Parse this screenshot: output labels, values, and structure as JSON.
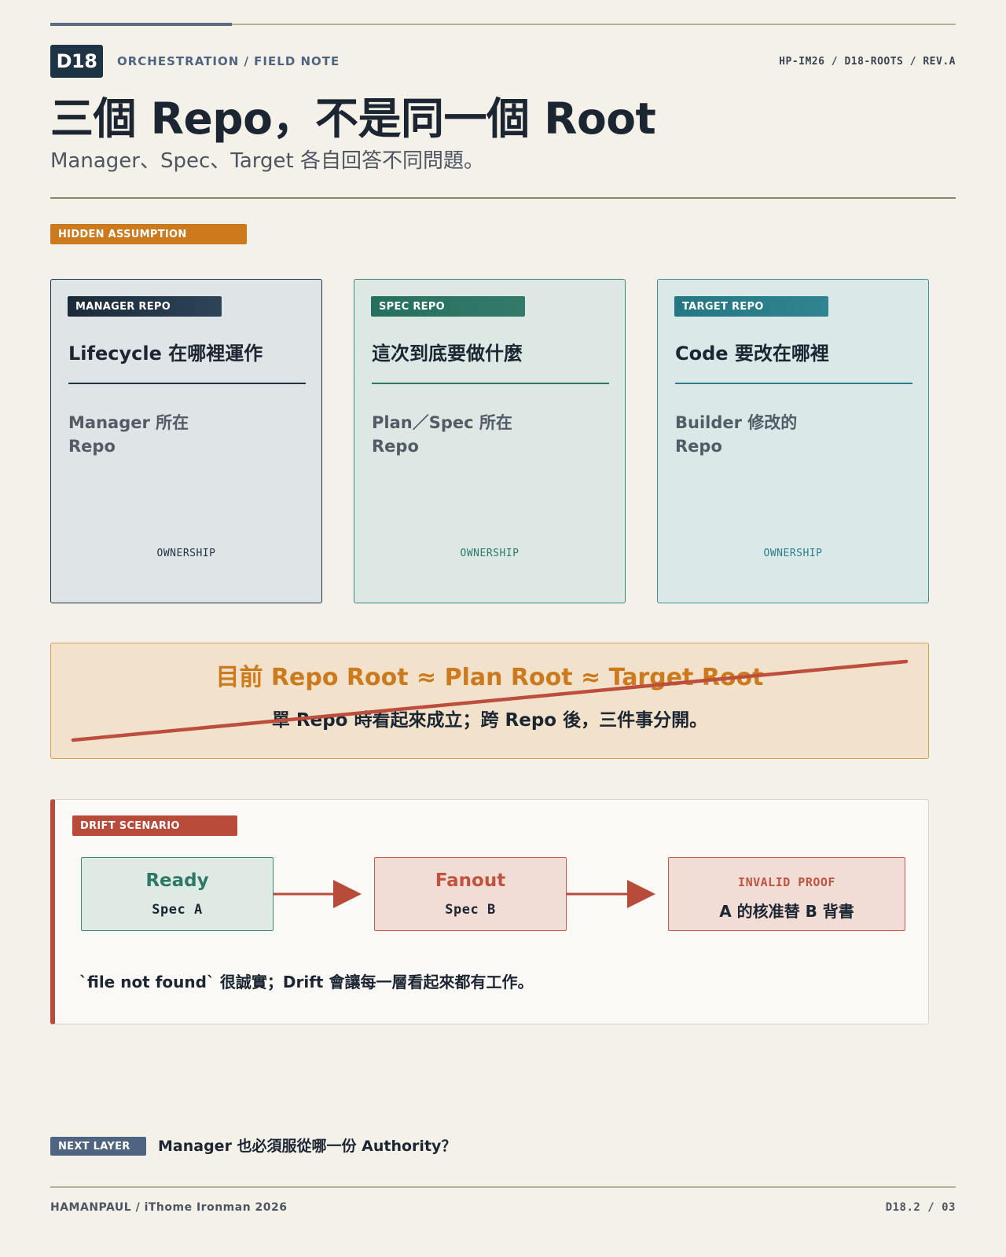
{
  "header": {
    "badge": "D18",
    "kicker": "ORCHESTRATION / FIELD NOTE",
    "doc_ref": "HP-IM26 / D18-ROOTS / REV.A",
    "title": "三個 Repo，不是同一個 Root",
    "subtitle": "Manager、Spec、Target 各自回答不同問題。"
  },
  "hidden_assumption": {
    "tag": "HIDDEN ASSUMPTION"
  },
  "cards": [
    {
      "tag": "MANAGER REPO",
      "heading": "Lifecycle 在哪裡運作",
      "body": "Manager 所在 Repo",
      "footer": "OWNERSHIP"
    },
    {
      "tag": "SPEC REPO",
      "heading": "這次到底要做什麼",
      "body": "Plan／Spec 所在 Repo",
      "footer": "OWNERSHIP"
    },
    {
      "tag": "TARGET REPO",
      "heading": "Code 要改在哪裡",
      "body": "Builder 修改的 Repo",
      "footer": "OWNERSHIP"
    }
  ],
  "assumption": {
    "heading": "目前 Repo Root ≈ Plan Root ≈ Target Root",
    "body": "單 Repo 時看起來成立；跨 Repo 後，三件事分開。"
  },
  "drift": {
    "tag": "DRIFT SCENARIO",
    "steps": [
      {
        "head": "Ready",
        "sub": "Spec A"
      },
      {
        "head": "Fanout",
        "sub": "Spec B"
      },
      {
        "code": "INVALID PROOF",
        "sub": "A 的核准替 B 背書"
      }
    ],
    "note": "`file not found` 很誠實；Drift 會讓每一層看起來都有工作。"
  },
  "next_layer": {
    "tag": "NEXT LAYER",
    "text": "Manager 也必須服從哪一份 Authority？"
  },
  "footer": {
    "left": "HAMANPAUL / iThome Ironman 2026",
    "right": "D18.2 / 03"
  },
  "colors": {
    "background": "#f4f1e9",
    "navy": "#1e3344",
    "amber": "#cc7a1d",
    "teal": "#2e7868",
    "red": "#b84a3a"
  }
}
